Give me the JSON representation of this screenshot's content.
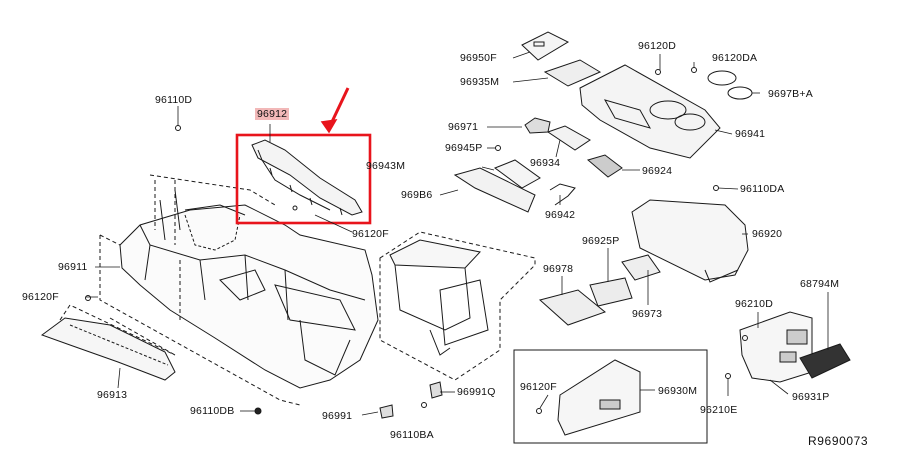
{
  "diagram": {
    "reference": "R9690073",
    "highlight_color": "#e8141c",
    "part_labels": {
      "p96950F": "96950F",
      "p96120D": "96120D",
      "p96120DA": "96120DA",
      "p96935M": "96935M",
      "p96978A": "9697B+A",
      "p96110D": "96110D",
      "p96912": "96912",
      "p96971": "96971",
      "p96941": "96941",
      "p96945P": "96945P",
      "p96943M": "96943M",
      "p96934": "96934",
      "p96924": "96924",
      "p96986": "969B6",
      "p96942": "96942",
      "p96110DA": "96110DA",
      "p96120F_top": "96120F",
      "p96920": "96920",
      "p96911": "96911",
      "p96925P": "96925P",
      "p96978": "96978",
      "p96120F_left": "96120F",
      "p96973": "96973",
      "p68794M": "68794M",
      "p96210D": "96210D",
      "p96913": "96913",
      "p96991Q": "96991Q",
      "p96120F_inset": "96120F",
      "p96930M": "96930M",
      "p96931P": "96931P",
      "p96110DB": "96110DB",
      "p96991": "96991",
      "p96110BA": "96110BA",
      "p96210E": "96210E"
    }
  }
}
